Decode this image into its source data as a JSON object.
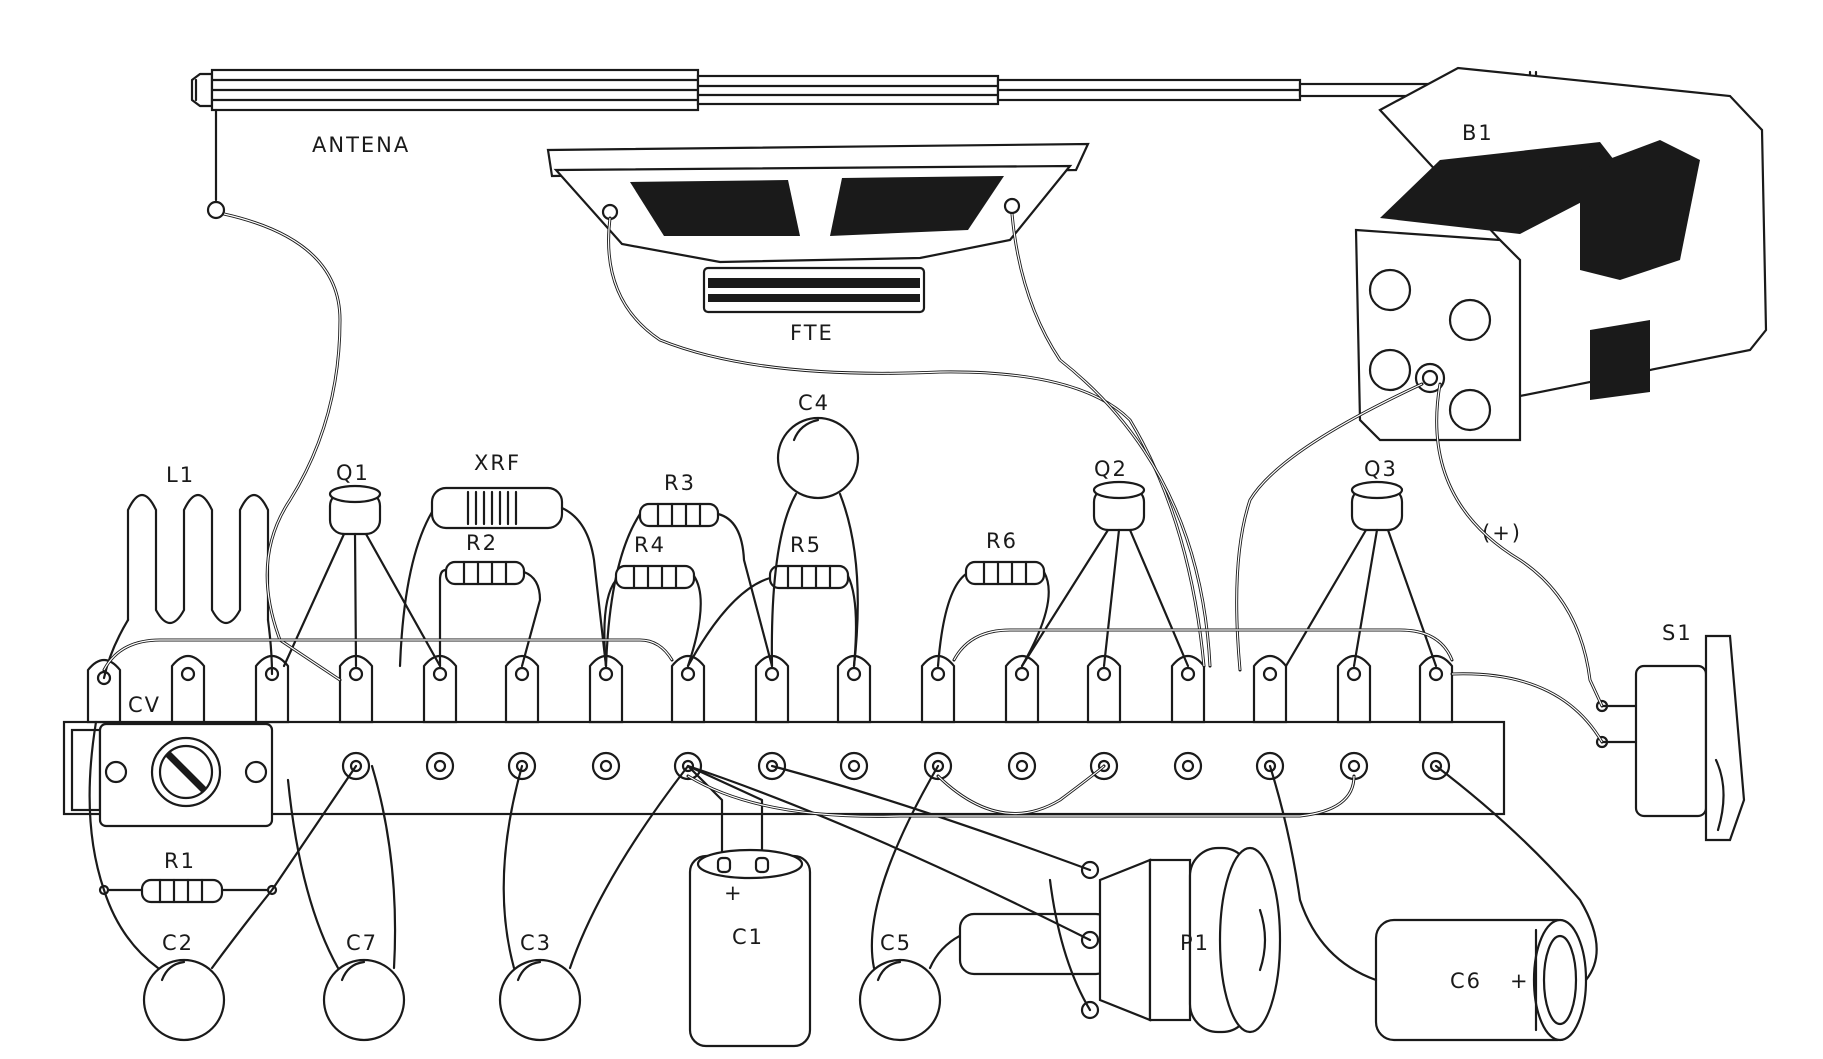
{
  "labels": {
    "antenna": "ANTENA",
    "speaker": "FTE",
    "battery": "B1",
    "l1": "L1",
    "q1": "Q1",
    "xrf": "XRF",
    "r3": "R3",
    "c4": "C4",
    "r2": "R2",
    "r4": "R4",
    "r5": "R5",
    "r6": "R6",
    "q2": "Q2",
    "q3": "Q3",
    "positive": "(+)",
    "s1": "S1",
    "cv": "CV",
    "r1": "R1",
    "c2": "C2",
    "c7": "C7",
    "c3": "C3",
    "c1": "C1",
    "c1_polarity": "+",
    "c5": "C5",
    "p1": "P1",
    "c6": "C6",
    "c6_polarity": "+"
  }
}
